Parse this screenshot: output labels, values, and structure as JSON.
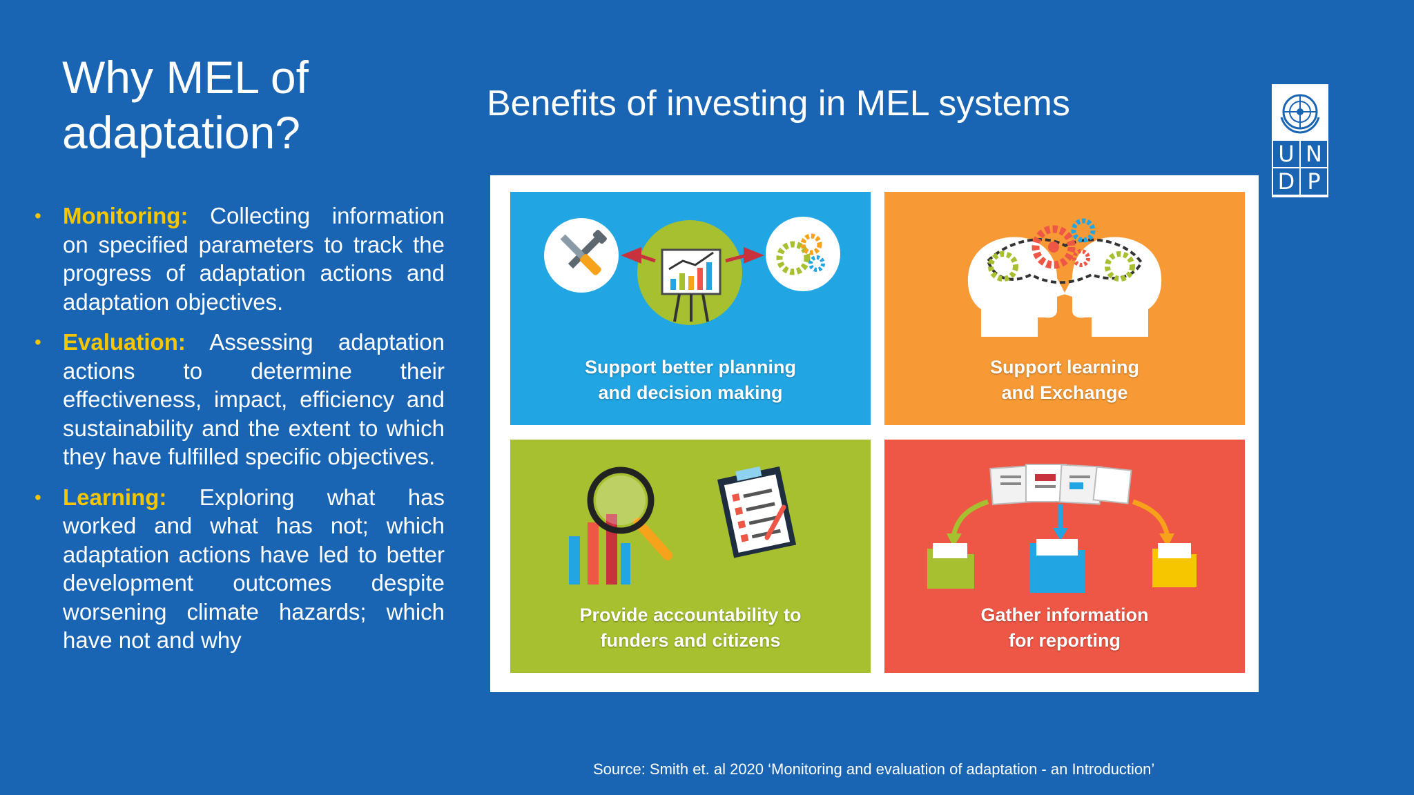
{
  "slide": {
    "title_line1": "Why MEL of",
    "title_line2": "adaptation?",
    "main_title": "Benefits of investing in MEL systems",
    "source": "Source: Smith et. al  2020 ‘Monitoring and evaluation of adaptation - an Introduction’"
  },
  "bullets": [
    {
      "term": "Monitoring:",
      "text": " Collecting information on specified parameters to track the progress of adaptation actions and adaptation objectives."
    },
    {
      "term": "Evaluation:",
      "text": " Assessing adaptation actions to determine their effectiveness, impact, efficiency and sustainability and the extent to which they have fulfilled specific objectives."
    },
    {
      "term": "Learning:",
      "text": " Exploring what has worked and what has not; which adaptation actions have led to better development outcomes despite worsening climate hazards; which have not and why"
    }
  ],
  "graphic": {
    "panels": [
      {
        "line1": "Support better planning",
        "line2": "and decision making",
        "color": "#22a5e3",
        "icon": "planning-chart-icon"
      },
      {
        "line1": "Support learning",
        "line2": "and Exchange",
        "color": "#f79a35",
        "icon": "heads-gears-icon"
      },
      {
        "line1": "Provide accountability to",
        "line2": "funders and citizens",
        "color": "#a6c02f",
        "icon": "magnifier-checklist-icon"
      },
      {
        "line1": "Gather information",
        "line2": "for reporting",
        "color": "#ee5746",
        "icon": "reports-folders-icon"
      }
    ]
  },
  "logo": {
    "letters": [
      "U",
      "N",
      "D",
      "P"
    ],
    "color": "#1965b3"
  },
  "colors": {
    "background": "#1965b3",
    "accent": "#f6c700"
  }
}
